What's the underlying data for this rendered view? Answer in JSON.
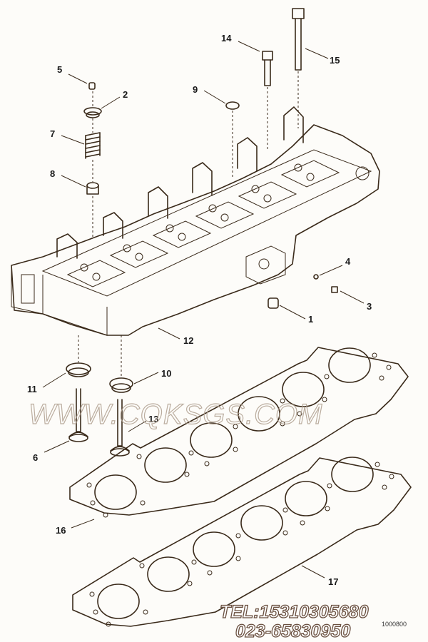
{
  "diagram": {
    "callouts": [
      {
        "id": "c1",
        "text": "1"
      },
      {
        "id": "c2",
        "text": "2"
      },
      {
        "id": "c3",
        "text": "3"
      },
      {
        "id": "c4",
        "text": "4"
      },
      {
        "id": "c5",
        "text": "5"
      },
      {
        "id": "c6",
        "text": "6"
      },
      {
        "id": "c7",
        "text": "7"
      },
      {
        "id": "c8",
        "text": "8"
      },
      {
        "id": "c9",
        "text": "9"
      },
      {
        "id": "c10",
        "text": "10"
      },
      {
        "id": "c11",
        "text": "11"
      },
      {
        "id": "c12",
        "text": "12"
      },
      {
        "id": "c13",
        "text": "13"
      },
      {
        "id": "c14",
        "text": "14"
      },
      {
        "id": "c15",
        "text": "15"
      },
      {
        "id": "c16",
        "text": "16"
      },
      {
        "id": "c17",
        "text": "17"
      }
    ],
    "watermark": "WWW.CQKSGS.COM",
    "contact": {
      "tel": "TEL:15310305680",
      "phone": "023-65830950"
    },
    "drawing_code": "1000800"
  }
}
